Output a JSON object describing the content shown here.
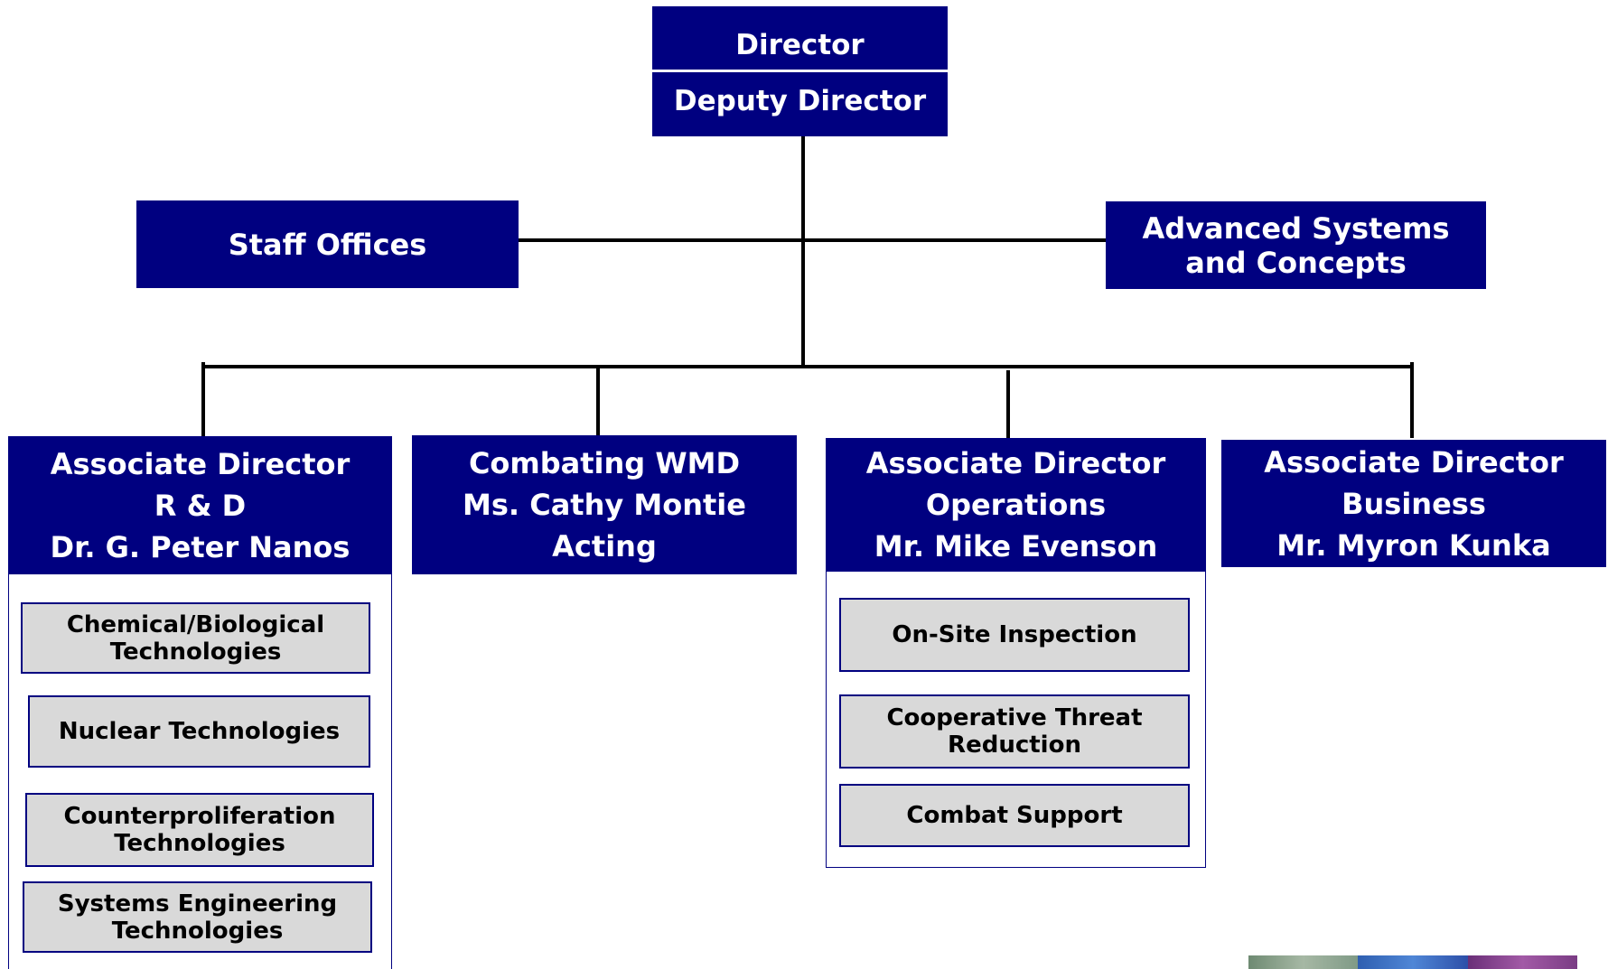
{
  "top": {
    "director": "Director",
    "deputy": "Deputy Director"
  },
  "staff_offices": "Staff Offices",
  "advanced_systems": {
    "line1": "Advanced Systems",
    "line2": "and Concepts"
  },
  "divisions": [
    {
      "lines": [
        "Associate Director",
        "R & D",
        "Dr. G. Peter Nanos"
      ],
      "units": [
        [
          "Chemical/Biological",
          "Technologies"
        ],
        [
          "Nuclear Technologies"
        ],
        [
          "Counterproliferation",
          "Technologies"
        ],
        [
          "Systems Engineering",
          "Technologies"
        ]
      ]
    },
    {
      "lines": [
        "Combating WMD",
        "Ms. Cathy Montie",
        "Acting"
      ],
      "units": []
    },
    {
      "lines": [
        "Associate Director",
        "Operations",
        "Mr. Mike Evenson"
      ],
      "units": [
        [
          "On-Site Inspection"
        ],
        [
          "Cooperative Threat",
          "Reduction"
        ],
        [
          "Combat Support"
        ]
      ]
    },
    {
      "lines": [
        "Associate Director",
        "Business",
        "Mr. Myron Kunka"
      ],
      "units": []
    }
  ],
  "colors": {
    "box_fill": "#000080",
    "box_text": "#ffffff",
    "unit_fill": "#d9d9d9",
    "connector": "#000000"
  }
}
